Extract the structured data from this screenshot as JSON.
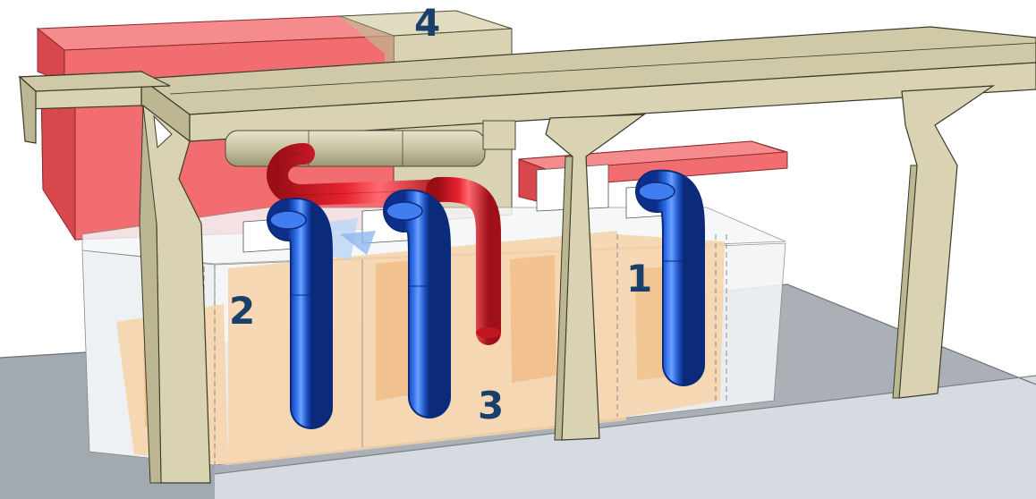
{
  "labels": {
    "zone_1": "1",
    "zone_2": "2",
    "zone_3": "3",
    "zone_4": "4"
  },
  "colors": {
    "label": "#1b3f6b",
    "frame_top": "#cfc9a7",
    "frame_front": "#d9d3b3",
    "frame_side": "#bdb692",
    "frame_edge": "#3a3a2a",
    "duct_red_front": "#f26d6f",
    "duct_red_top": "#f58b8c",
    "duct_red_dark": "#d7474b",
    "pipe_red": "#e11d2a",
    "pipe_blue": "#1e55c7",
    "enclosure_fill": "#f0f2f4",
    "interior_fill": "#f7d2a8",
    "floor_top": "#aab0b6",
    "floor_front": "#d5dbe0",
    "floor_right": "#c2c8cd"
  },
  "icons": {
    "supply_pipes": "blue-pipe-icon",
    "exhaust_pipe": "red-pipe-icon"
  }
}
